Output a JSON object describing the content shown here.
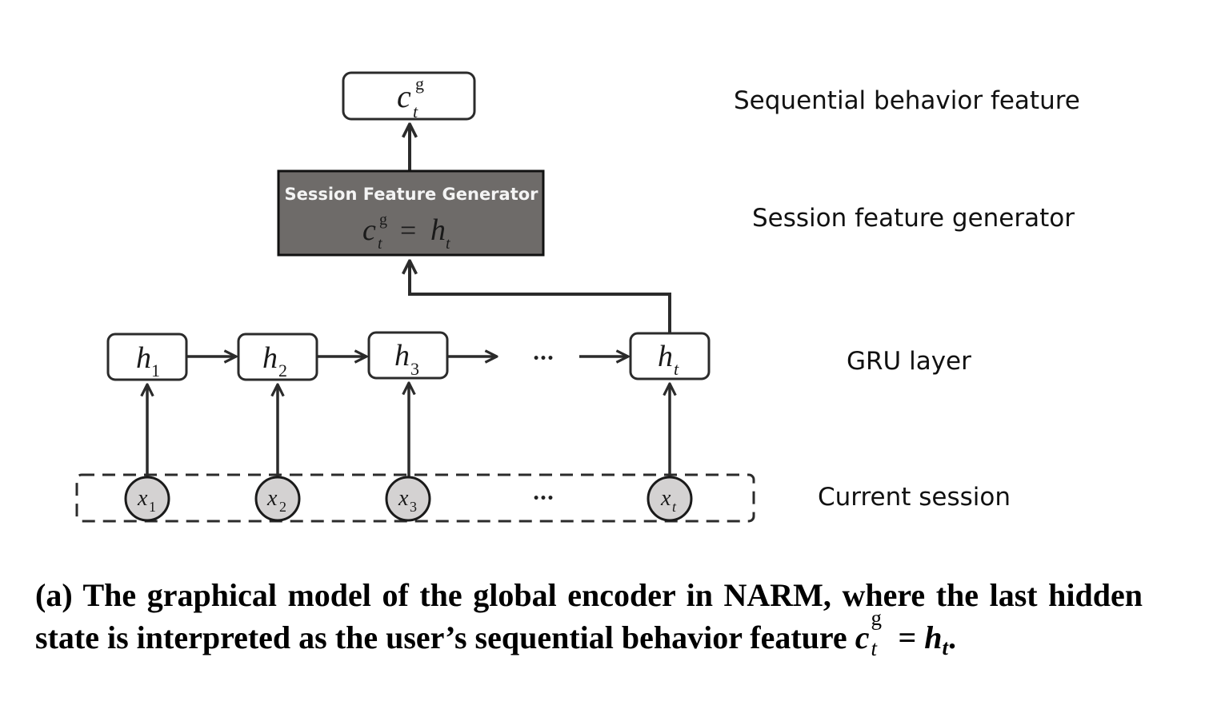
{
  "diagram": {
    "output_node": {
      "symbol": "c",
      "sup": "g",
      "sub": "t"
    },
    "generator": {
      "title": "Session Feature Generator",
      "equation": {
        "lhs": "c",
        "lhs_sup": "g",
        "lhs_sub": "t",
        "op": "=",
        "rhs": "h",
        "rhs_sub": "t"
      },
      "fill_color": "#6e6b69"
    },
    "hidden_nodes": [
      {
        "symbol": "h",
        "sub": "1"
      },
      {
        "symbol": "h",
        "sub": "2"
      },
      {
        "symbol": "h",
        "sub": "3"
      },
      {
        "symbol": "h",
        "sub": "t"
      }
    ],
    "input_nodes": [
      {
        "symbol": "x",
        "sub": "1"
      },
      {
        "symbol": "x",
        "sub": "2"
      },
      {
        "symbol": "x",
        "sub": "3"
      },
      {
        "symbol": "x",
        "sub": "t"
      }
    ],
    "ellipsis": "•••",
    "input_fill_color": "#d4d2d2",
    "stroke_color": "#2b2b2b",
    "layer_labels": {
      "sequential": "Sequential behavior feature",
      "generator": "Session feature generator",
      "gru": "GRU layer",
      "session": "Current session"
    }
  },
  "caption": {
    "part1": "(a) The graphical model of the global encoder in NARM, where the last hidden state is interpreted as the user’s sequential behavior feature ",
    "c_symbol": "c",
    "c_sup": "g",
    "c_sub": "t",
    "equals": " = ",
    "h_symbol": "h",
    "h_sub": "t",
    "end": "."
  }
}
